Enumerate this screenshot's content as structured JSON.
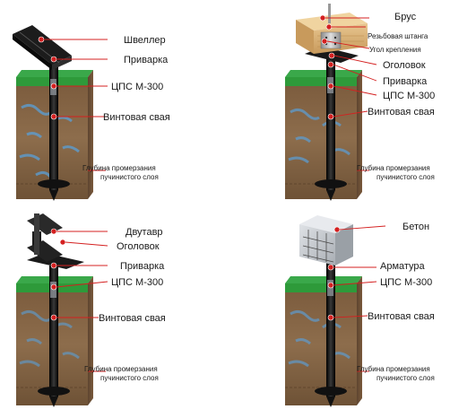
{
  "panels": [
    {
      "id": "channel",
      "labels": {
        "top": "Швеллер",
        "weld": "Приварка",
        "cps": "ЦПС М-300",
        "pile": "Винтовая свая",
        "depth_line1": "Глубина промерзания",
        "depth_line2": "пучинистого слоя"
      },
      "markers": [
        "1",
        "2",
        "3",
        "4"
      ]
    },
    {
      "id": "beam",
      "labels": {
        "timber": "Брус",
        "rod": "Резьбовая штанга",
        "angle": "Угол крепления",
        "cap": "Оголовок",
        "weld": "Приварка",
        "cps": "ЦПС М-300",
        "pile": "Винтовая свая",
        "depth_line1": "Глубина промерзания",
        "depth_line2": "пучинистого слоя"
      },
      "markers": [
        "1",
        "2",
        "3",
        "4",
        "5",
        "6",
        "7"
      ]
    },
    {
      "id": "ibeam",
      "labels": {
        "top": "Двутавр",
        "cap": "Оголовок",
        "weld": "Приварка",
        "cps": "ЦПС М-300",
        "pile": "Винтовая свая",
        "depth_line1": "Глубина промерзания",
        "depth_line2": "пучинистого слоя"
      },
      "markers": [
        "1",
        "2",
        "3",
        "4",
        "5"
      ]
    },
    {
      "id": "concrete",
      "labels": {
        "top": "Бетон",
        "rebar": "Арматура",
        "cps": "ЦПС М-300",
        "pile": "Винтовая свая",
        "depth_line1": "Глубина промерзания",
        "depth_line2": "пучинистого слоя"
      },
      "markers": [
        "1",
        "2",
        "3",
        "4"
      ]
    }
  ],
  "colors": {
    "grass": "#2e9a3a",
    "soil": "#8a6a48",
    "frost": "#5aa0d8",
    "pile": "#141414",
    "leader": "#d42020",
    "timber": "#d9b27a",
    "concrete": "#c9cdd2"
  }
}
